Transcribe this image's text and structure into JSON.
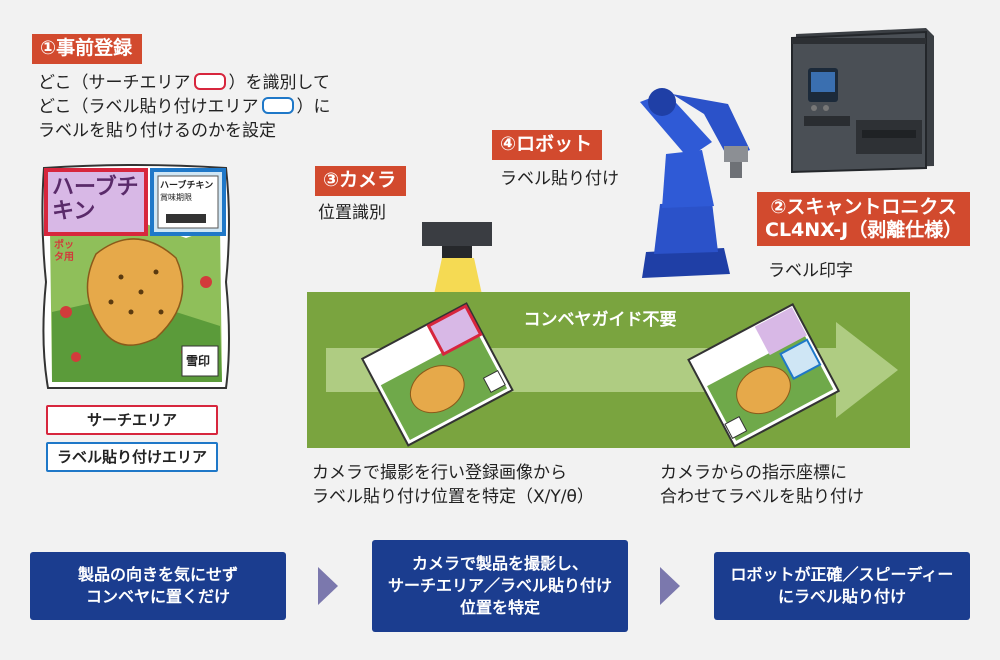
{
  "step1": {
    "tag": "①事前登録",
    "line1_a": "どこ（サーチエリア",
    "line1_b": "）を識別して",
    "line2_a": "どこ（ラベル貼り付けエリア",
    "line2_b": "）に",
    "line3": "ラベルを貼り付けるのかを設定"
  },
  "product_label": {
    "name_text": "ハーブチキン",
    "sticker_title": "ハーブチキン",
    "sticker_line": "賞味期限",
    "corner_text": "ポッタ用",
    "stamp_text": "雪印"
  },
  "legend": {
    "search_area": "サーチエリア",
    "label_area": "ラベル貼り付けエリア"
  },
  "step3": {
    "tag": "③カメラ",
    "desc": "位置識別"
  },
  "step4": {
    "tag": "④ロボット",
    "desc": "ラベル貼り付け"
  },
  "step2": {
    "tag_line1": "②スキャントロニクス",
    "tag_line2": "CL4NX-J（剥離仕様）",
    "desc": "ラベル印字"
  },
  "conveyor": {
    "title": "コンベヤガイド不要"
  },
  "captions": {
    "left_line1": "カメラで撮影を行い登録画像から",
    "left_line2": "ラベル貼り付け位置を特定（X/Y/θ）",
    "right_line1": "カメラからの指示座標に",
    "right_line2": "合わせてラベルを貼り付け"
  },
  "bottom_steps": [
    {
      "line1": "製品の向きを気にせず",
      "line2": "コンベヤに置くだけ",
      "line3": ""
    },
    {
      "line1": "カメラで製品を撮影し、",
      "line2": "サーチエリア／ラベル貼り付け",
      "line3": "位置を特定"
    },
    {
      "line1": "ロボットが正確／スピーディー",
      "line2": "にラベル貼り付け",
      "line3": ""
    }
  ],
  "colors": {
    "tag_red": "#d24a2e",
    "search_red": "#d7263d",
    "label_blue": "#1f78c8",
    "conveyor_green": "#7aa43f",
    "bottom_navy": "#1b3d8f",
    "chevron": "#7b78ad"
  }
}
